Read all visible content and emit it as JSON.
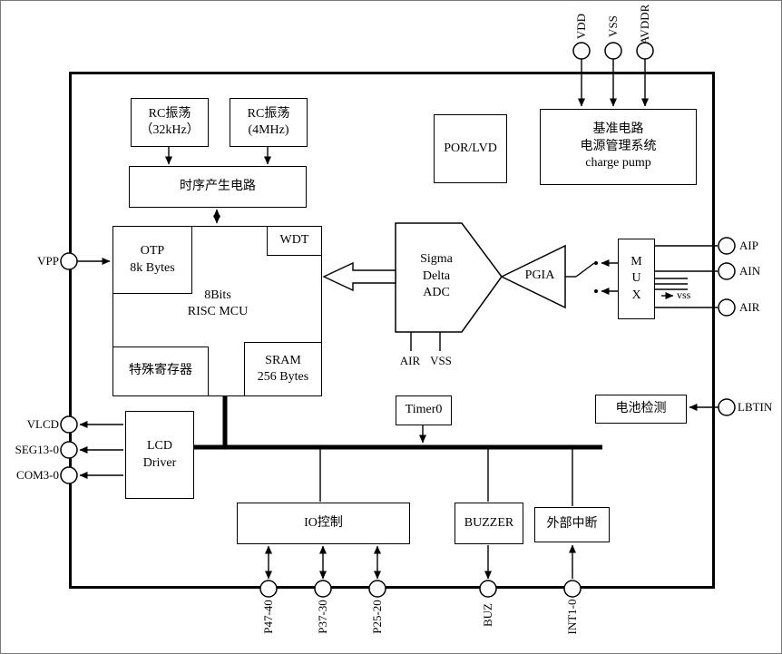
{
  "blocks": {
    "rc_osc_32k": [
      "RC振荡",
      "（32kHz）"
    ],
    "rc_osc_4m": [
      "RC振荡",
      "(4MHz)"
    ],
    "timing_gen": "时序产生电路",
    "por_lvd": "POR/LVD",
    "power_mgmt": [
      "基准电路",
      "电源管理系统",
      "charge pump"
    ],
    "otp": [
      "OTP",
      "8k Bytes"
    ],
    "wdt": "WDT",
    "risc_mcu": [
      "8Bits",
      "RISC  MCU"
    ],
    "special_reg": "特殊寄存器",
    "sram": [
      "SRAM",
      "256 Bytes"
    ],
    "sigma_delta_adc": [
      "Sigma",
      "Delta",
      "ADC"
    ],
    "pgia": "PGIA",
    "mux": [
      "M",
      "U",
      "X"
    ],
    "timer0": "Timer0",
    "battery_detect": "电池检测",
    "lcd_driver": [
      "LCD",
      "Driver"
    ],
    "io_control": "IO控制",
    "buzzer": "BUZZER",
    "ext_interrupt": "外部中断"
  },
  "pins": {
    "top": [
      "VDD",
      "VSS",
      "AVDDR"
    ],
    "left": [
      "VPP",
      "VLCD",
      "SEG13-0",
      "COM3-0"
    ],
    "right": [
      "AIP",
      "AIN",
      "AIR",
      "LBTIN"
    ],
    "bottom": [
      "P47-40",
      "P37-30",
      "P25-20",
      "BUZ",
      "INT1-0"
    ],
    "adc_bottom": [
      "AIR",
      "VSS"
    ],
    "mux_vss": "vss"
  }
}
